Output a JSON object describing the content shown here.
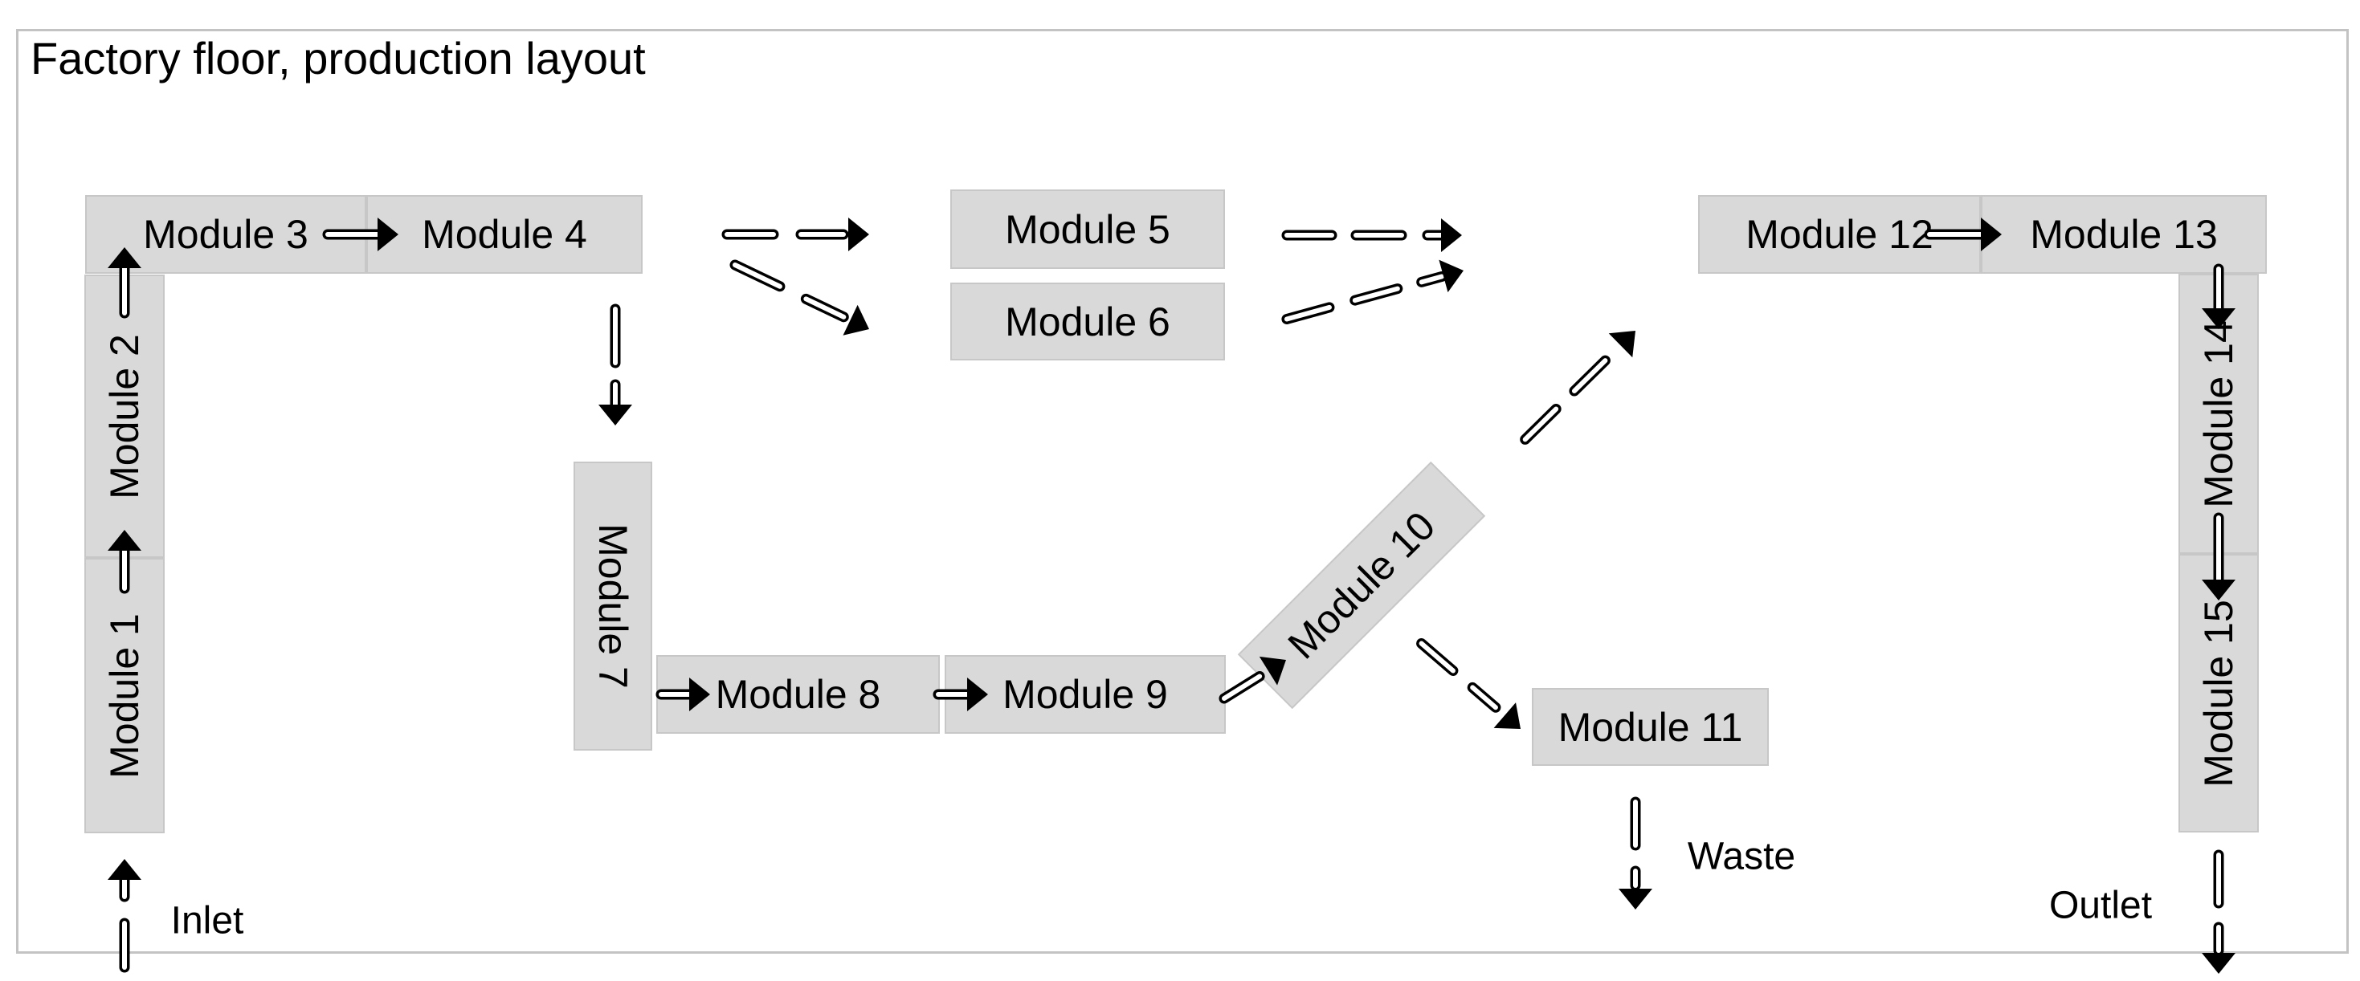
{
  "title": "Factory floor, production layout",
  "modules": [
    {
      "label": "Module 1"
    },
    {
      "label": "Module 2"
    },
    {
      "label": "Module 3"
    },
    {
      "label": "Module 4"
    },
    {
      "label": "Module 5"
    },
    {
      "label": "Module 6"
    },
    {
      "label": "Module 7"
    },
    {
      "label": "Module 8"
    },
    {
      "label": "Module 9"
    },
    {
      "label": "Module 10"
    },
    {
      "label": "Module 11"
    },
    {
      "label": "Module 12"
    },
    {
      "label": "Module 13"
    },
    {
      "label": "Module 14"
    },
    {
      "label": "Module 15"
    }
  ],
  "labels": {
    "inlet": "Inlet",
    "waste": "Waste",
    "outlet": "Outlet"
  },
  "colors": {
    "background": "#ffffff",
    "module_fill": "#d9d9d9",
    "module_border": "#c7c7c7",
    "frame_border": "#c3c3c3",
    "arrow": "#000000",
    "text": "#000000"
  },
  "connections": [
    {
      "from": "Inlet",
      "to": "Module 1",
      "style": "dashed"
    },
    {
      "from": "Module 1",
      "to": "Module 2",
      "style": "solid"
    },
    {
      "from": "Module 2",
      "to": "Module 3",
      "style": "solid"
    },
    {
      "from": "Module 3",
      "to": "Module 4",
      "style": "solid"
    },
    {
      "from": "Module 4",
      "to": "Module 5",
      "style": "dashed"
    },
    {
      "from": "Module 4",
      "to": "Module 6",
      "style": "dashed"
    },
    {
      "from": "Module 4",
      "to": "Module 7",
      "style": "dashed"
    },
    {
      "from": "Module 5",
      "to": "onward right",
      "style": "dashed"
    },
    {
      "from": "Module 6",
      "to": "onward up-right",
      "style": "dashed"
    },
    {
      "from": "Module 7",
      "to": "Module 8",
      "style": "solid"
    },
    {
      "from": "Module 8",
      "to": "Module 9",
      "style": "solid"
    },
    {
      "from": "Module 9",
      "to": "Module 10",
      "style": "dashed"
    },
    {
      "from": "Module 10",
      "to": "onward up-right",
      "style": "dashed"
    },
    {
      "from": "Module 10",
      "to": "Module 11",
      "style": "dashed"
    },
    {
      "from": "Module 11",
      "to": "Waste",
      "style": "dashed"
    },
    {
      "from": "Module 12",
      "to": "Module 13",
      "style": "solid"
    },
    {
      "from": "Module 13",
      "to": "Module 14",
      "style": "solid"
    },
    {
      "from": "Module 14",
      "to": "Module 15",
      "style": "solid"
    },
    {
      "from": "Module 15",
      "to": "Outlet",
      "style": "dashed"
    }
  ]
}
